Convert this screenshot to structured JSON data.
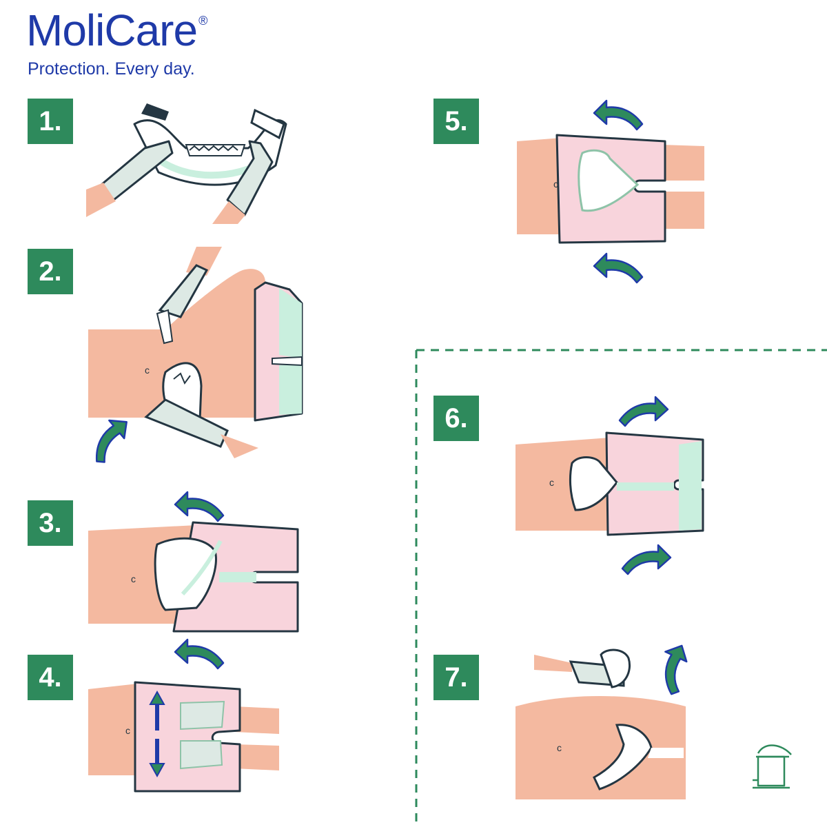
{
  "brand": {
    "name": "MoliCare",
    "registered": "®",
    "tagline": "Protection. Every day."
  },
  "steps": [
    {
      "label": "1."
    },
    {
      "label": "2."
    },
    {
      "label": "3."
    },
    {
      "label": "4."
    },
    {
      "label": "5."
    },
    {
      "label": "6."
    },
    {
      "label": "7."
    }
  ],
  "colors": {
    "brand_blue": "#1f3aa8",
    "badge_green": "#2e8a5c",
    "arrow_green": "#2e8a5c",
    "skin": "#f4b9a0",
    "pad_pink": "#f8d4dc",
    "pad_mint": "#c9efde",
    "glove": "#dde9e4",
    "outline": "#243642"
  },
  "icons": [
    "arrow-icon",
    "trash-bin-icon"
  ]
}
